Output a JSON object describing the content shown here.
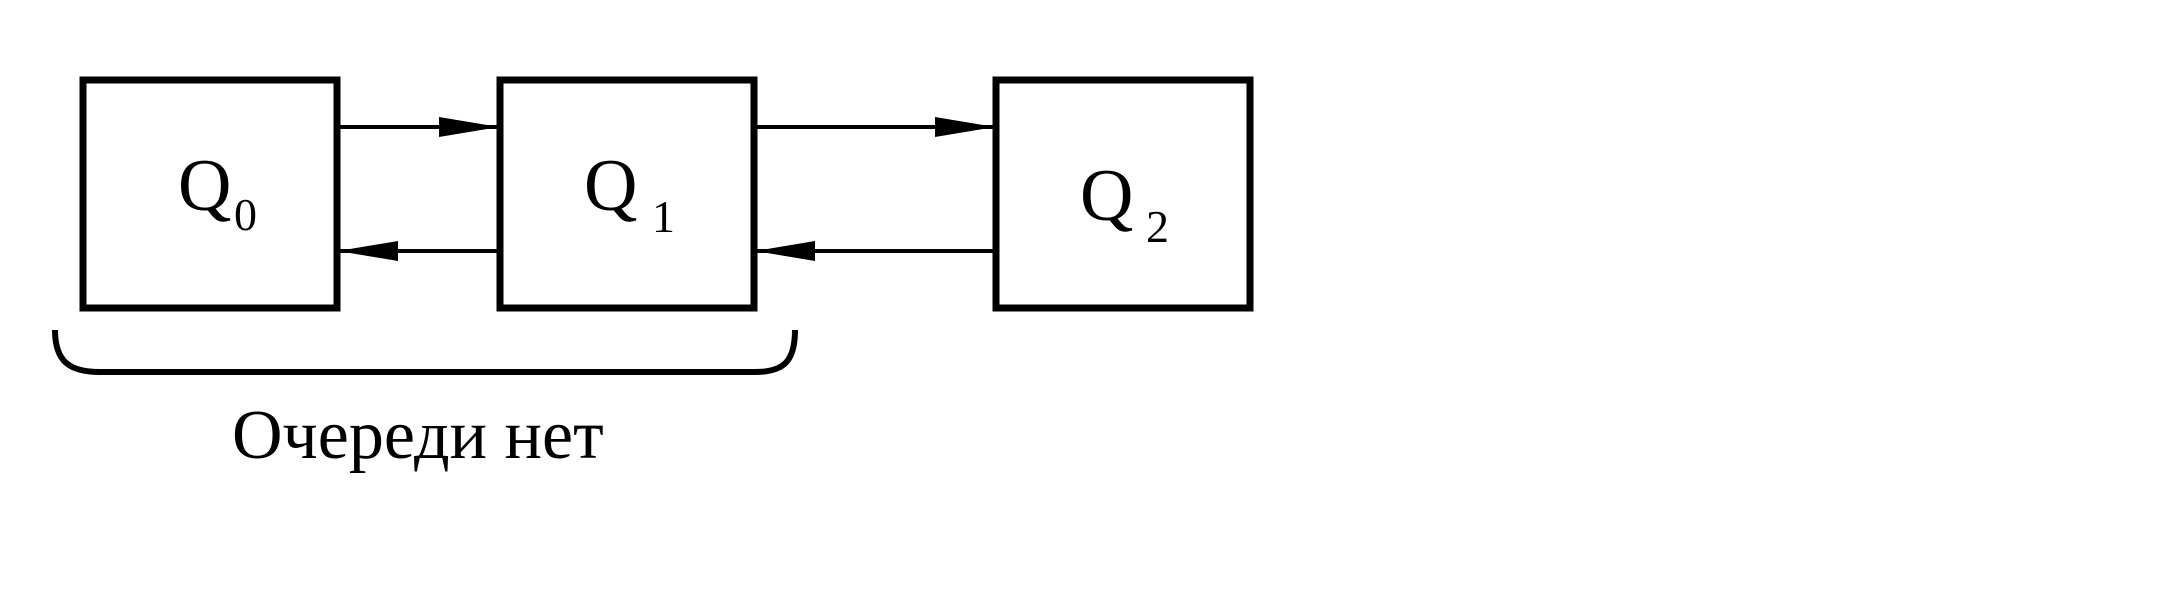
{
  "diagram": {
    "states": [
      {
        "id": "q0",
        "letter": "Q",
        "index": "0"
      },
      {
        "id": "q1",
        "letter": "Q",
        "index": "1"
      },
      {
        "id": "q2",
        "letter": "Q",
        "index": "2"
      }
    ],
    "transitions": [
      {
        "from": "q0",
        "to": "q1"
      },
      {
        "from": "q1",
        "to": "q0"
      },
      {
        "from": "q1",
        "to": "q2"
      },
      {
        "from": "q2",
        "to": "q1"
      }
    ],
    "brace": {
      "spans": [
        "q0",
        "q1"
      ],
      "label": "Очереди нет"
    }
  },
  "colors": {
    "stroke": "#000000",
    "background": "#ffffff"
  }
}
